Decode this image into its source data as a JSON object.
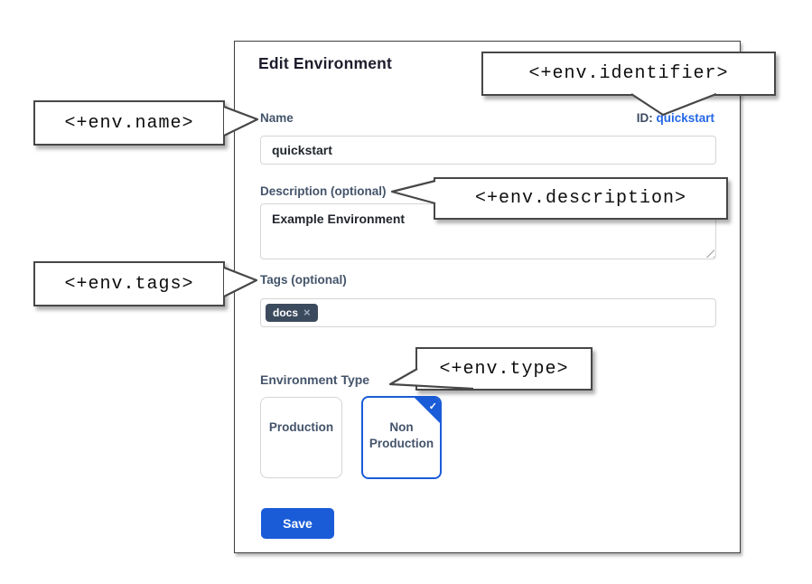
{
  "dialog": {
    "title": "Edit Environment",
    "name_field": {
      "label": "Name",
      "value": "quickstart"
    },
    "id_field": {
      "label": "ID:",
      "value": "quickstart"
    },
    "description_field": {
      "label": "Description (optional)",
      "value": "Example Environment"
    },
    "tags_field": {
      "label": "Tags (optional)",
      "tags": [
        {
          "label": "docs",
          "remove_icon": "×"
        }
      ]
    },
    "environment_type": {
      "label": "Environment Type",
      "options": [
        {
          "label": "Production",
          "selected": false
        },
        {
          "label": "Non Production",
          "selected": true
        }
      ],
      "selected_check_icon": "✓"
    },
    "save_button": "Save"
  },
  "callouts": {
    "identifier": "<+env.identifier>",
    "name": "<+env.name>",
    "description": "<+env.description>",
    "tags": "<+env.tags>",
    "type": "<+env.type>"
  },
  "colors": {
    "accent_blue": "#1a5cd7",
    "link_blue": "#2467e6",
    "tag_background": "#3c4a5d",
    "label_color": "#44546b",
    "callout_border": "#474747"
  }
}
